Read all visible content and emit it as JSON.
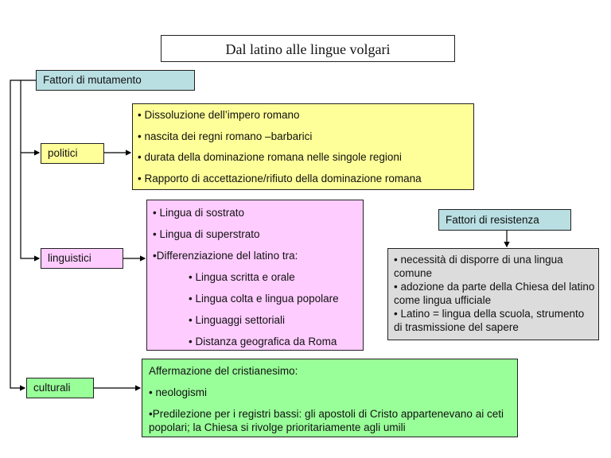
{
  "title": "Dal latino alle lingue volgari",
  "fattori_mutamento": "Fattori di mutamento",
  "politici": {
    "label": "politici",
    "items": [
      "• Dissoluzione dell’impero romano",
      "• nascita dei regni romano –barbarici",
      "• durata della dominazione romana nelle singole regioni",
      "• Rapporto di accettazione/rifiuto della dominazione romana"
    ]
  },
  "linguistici": {
    "label": "linguistici",
    "items": [
      "• Lingua di sostrato",
      "• Lingua di superstrato",
      "•Differenziazione  del latino tra:"
    ],
    "subitems": [
      "• Lingua scritta e orale",
      "• Lingua colta e lingua popolare",
      "• Linguaggi settoriali",
      "• Distanza geografica da Roma"
    ]
  },
  "culturali": {
    "label": "culturali",
    "heading": "Affermazione del cristianesimo:",
    "items": [
      "• neologismi",
      "•Predilezione per i registri bassi: gli apostoli di Cristo appartenevano ai ceti popolari; la Chiesa si rivolge prioritariamente  agli umili"
    ]
  },
  "resistenza": {
    "label": "Fattori di resistenza",
    "items": [
      "•  necessità di disporre di una lingua comune",
      "•  adozione da parte  della Chiesa del latino come lingua ufficiale",
      "•  Latino = lingua della scuola, strumento di trasmissione del sapere"
    ]
  },
  "colors": {
    "cyan": "#b9dfe3",
    "yellow": "#ffff99",
    "pink": "#ffccff",
    "green": "#99ff99",
    "gray": "#dcdcdc"
  }
}
